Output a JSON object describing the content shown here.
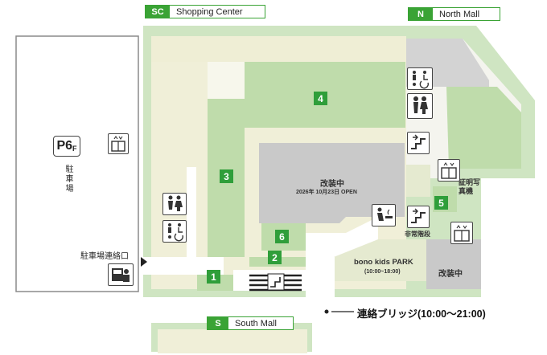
{
  "malls": {
    "shopping_center": {
      "code": "SC",
      "label": "Shopping Center"
    },
    "north_mall": {
      "code": "N",
      "label": "North Mall"
    },
    "south_mall": {
      "code": "S",
      "label": "South Mall"
    }
  },
  "parking": {
    "code": "P6",
    "code_suffix": "F",
    "label": "駐車場",
    "entrance_label": "駐車場連絡口"
  },
  "store_numbers": [
    "1",
    "2",
    "3",
    "4",
    "5",
    "6"
  ],
  "renovation_main": {
    "title": "改装中",
    "note": "2026年 10月23日 OPEN"
  },
  "renovation_sub": "改装中",
  "kids_park": {
    "name": "bono kids PARK",
    "hours": "(10:00~18:00)"
  },
  "photo_booth": "証明写真機",
  "emergency_stairs": "非常階段",
  "bridge": "連絡ブリッジ(10:00〜21:00)",
  "icons": [
    "elevator-icon",
    "restroom-icon",
    "multipurpose-restroom-icon",
    "nursing-room-icon",
    "stairs-icon",
    "escalator-icon",
    "atm-icon",
    "smoking-room-icon",
    "arrow-right-icon"
  ],
  "colors": {
    "brand_green": "#3aa335",
    "outer_band": "#cfe5c2",
    "area_cream": "#f0efd8",
    "store_green": "#bfdcab",
    "renovation_gray": "#c9c9c9",
    "kids_beige": "#e5ead0"
  }
}
